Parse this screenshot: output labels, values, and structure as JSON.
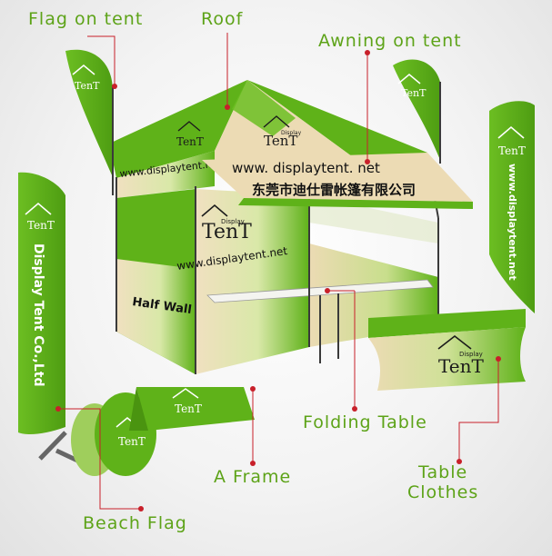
{
  "labels": {
    "flag_on_tent": "Flag on tent",
    "roof": "Roof",
    "awning_on_tent": "Awning on tent",
    "folding_table": "Folding Table",
    "a_frame": "A Frame",
    "beach_flag": "Beach Flag",
    "table_clothes_line1": "Table",
    "table_clothes_line2": "Clothes"
  },
  "print": {
    "url_a": "www.displaytent.net",
    "url_b": "www. displaytent. net",
    "url_vertical": "www.displaytent.net",
    "company_cn": "东莞市迪仕雷帐篷有限公司",
    "company_en": "Display Tent Co.,Ltd",
    "half_wall": "Half Wall",
    "logo_small": "Display",
    "logo_big": "TenT"
  },
  "colors": {
    "green": "#5fb219",
    "label_green": "#5da318",
    "cream": "#e9d9b4",
    "leader": "#c8202a",
    "frame": "#3a3a3a"
  }
}
